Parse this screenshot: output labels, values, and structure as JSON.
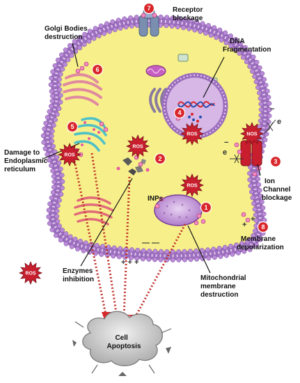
{
  "labels": {
    "receptor": [
      "Receptor",
      "blockage"
    ],
    "golgi": [
      "Golgi Bodies",
      "destruction"
    ],
    "dna": [
      "DNA",
      "Fragmentation"
    ],
    "er": [
      "Damage to",
      "Endoplasmic",
      "reticulum"
    ],
    "ion": [
      "Ion",
      "Channel",
      "blockage"
    ],
    "inps": "INPs",
    "membrane": [
      "Membrane",
      "depolarization"
    ],
    "enzymes": [
      "Enzymes",
      "inhibition"
    ],
    "mito": [
      "Mitochondrial",
      "membrane",
      "destruction"
    ],
    "apoptosis": [
      "Cell",
      "Apoptosis"
    ]
  },
  "ros_tag": "ROS",
  "nos_tag": "NOS",
  "electron_symbol": "e",
  "plus_signs": "+ + +",
  "minus_signs": "— —",
  "step_numbers": [
    "1",
    "2",
    "3",
    "4",
    "5",
    "6",
    "7",
    "8"
  ],
  "colors": {
    "cytoplasm": "#f7f08a",
    "membrane_head": "#b98ad6",
    "badge": "#d8262a",
    "arrow_dot": "#c0302a",
    "nucleus": "#d6b7e6",
    "mitochondria": "#b98ad6"
  }
}
